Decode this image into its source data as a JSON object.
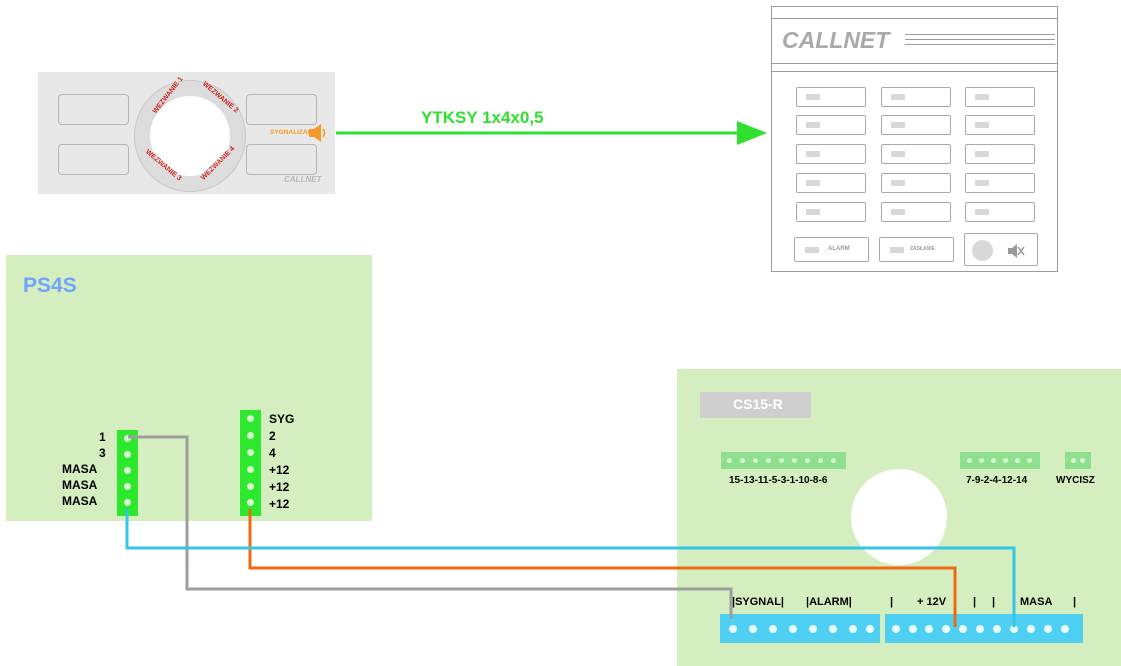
{
  "call_panel": {
    "labels": [
      "WEZWANIE 1",
      "WEZWANIE 2",
      "WEZWANIE 3",
      "WEZWANIE 4"
    ],
    "signal_label": "SYGNALIZACJA",
    "logo": "CALLNET"
  },
  "cable": {
    "label": "YTKSY 1x4x0,5",
    "color": "#2fe02f"
  },
  "device": {
    "logo": "CALLNET",
    "alarm_label": "ALARM",
    "zaslanie_label": "ZASŁANIE",
    "mute_icon": "speaker-mute-icon"
  },
  "ps4s": {
    "title": "PS4S",
    "left_terminals": [
      "1",
      "3",
      "MASA",
      "MASA",
      "MASA"
    ],
    "right_terminals": [
      "SYG",
      "2",
      "4",
      "+12",
      "+12",
      "+12"
    ]
  },
  "cs15": {
    "name": "CS15-R",
    "strip1_label": "15-13-11-5-3-1-10-8-6",
    "strip2_label": "7-9-2-4-12-14",
    "strip3_label": "WYCISZ",
    "bottom_labels": {
      "sygnal": "|SYGNAL|",
      "alarm": "|ALARM|",
      "bar1": "|",
      "plus12v": "+ 12V",
      "bar2": "|",
      "bar3": "|",
      "masa": "MASA",
      "bar4": "|"
    }
  },
  "colors": {
    "wire_grey": "#9e9e9e",
    "wire_orange": "#ee6a12",
    "wire_cyan": "#35c5e6",
    "board_green": "#d4eebf",
    "terminal_green": "#2ee82e",
    "terminal_blue": "#4fd0f2"
  }
}
